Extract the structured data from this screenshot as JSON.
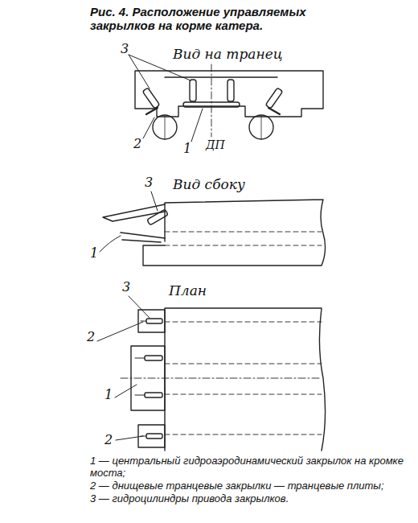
{
  "diagram": {
    "title": "Рис. 4. Расположение управляемых закрылков на корме катера.",
    "labels": [
      "3",
      "Вид на транец",
      "2",
      "1",
      "ДП",
      "3",
      "Вид сбоку",
      "1",
      "3",
      "План",
      "2",
      "1",
      "2",
      "1 — центральный гидроаэродинамический закрылок на кромке моста;",
      "2 — днищевые транцевые закрылки — транцевые плиты;",
      "3 — гидроцилиндры привода закрылков."
    ]
  }
}
